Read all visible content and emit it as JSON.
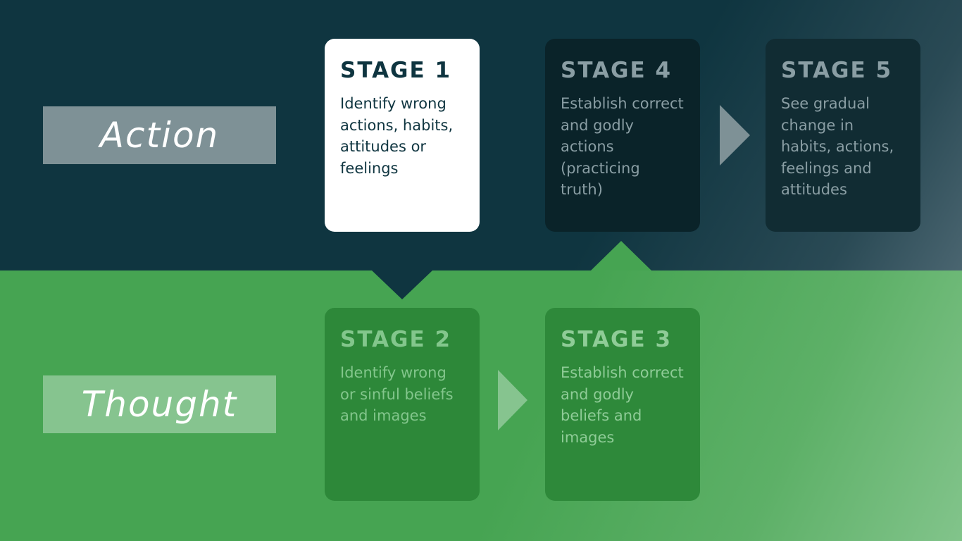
{
  "rows": {
    "action_label": "Action",
    "thought_label": "Thought"
  },
  "stages": {
    "stage1": {
      "title": "STAGE 1",
      "text": "Identify wrong actions, habits, attitudes or feelings"
    },
    "stage2": {
      "title": "STAGE 2",
      "text": "Identify wrong or sinful beliefs and images"
    },
    "stage3": {
      "title": "STAGE 3",
      "text": "Establish correct and godly beliefs and images"
    },
    "stage4": {
      "title": "STAGE 4",
      "text": "Establish correct and godly actions (practicing truth)"
    },
    "stage5": {
      "title": "STAGE 5",
      "text": "See gradual change in habits, actions, feelings and attitudes"
    }
  },
  "colors": {
    "action_band": "#0f3540",
    "thought_band": "#46a452",
    "highlight_card": "#ffffff"
  },
  "icons": {
    "flow_arrows": [
      "chevron-right-icon",
      "chevron-right-icon"
    ],
    "connectors": [
      "down-pointer",
      "up-pointer"
    ]
  }
}
